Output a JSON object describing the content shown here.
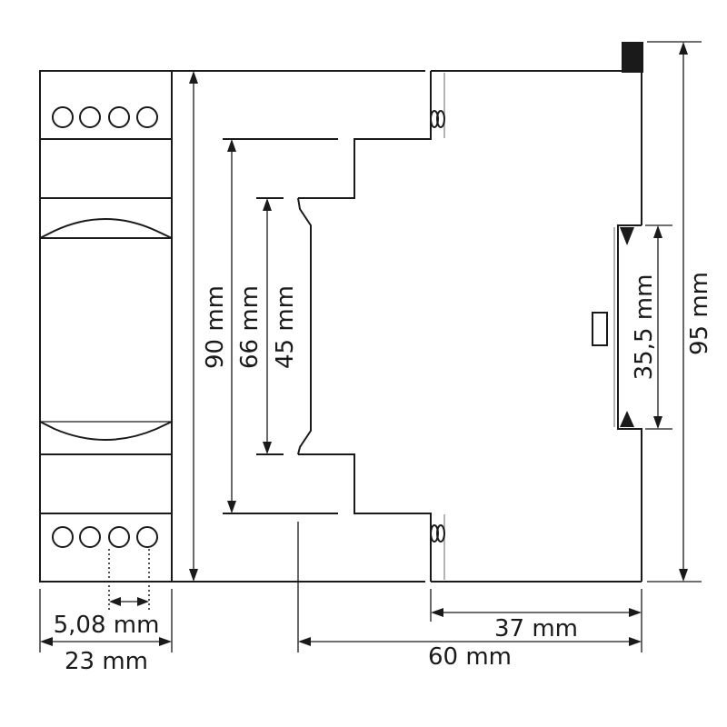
{
  "dimensions": {
    "front_height": "90 mm",
    "body_height": "66 mm",
    "rail_height": "45 mm",
    "clip_height": "35,5 mm",
    "total_height": "95 mm",
    "terminal_pitch": "5,08 mm",
    "width": "23 mm",
    "depth_rail": "37 mm",
    "depth_total": "60 mm"
  },
  "colors": {
    "line": "#1a1a1a",
    "shade": "#9a9a9a"
  }
}
